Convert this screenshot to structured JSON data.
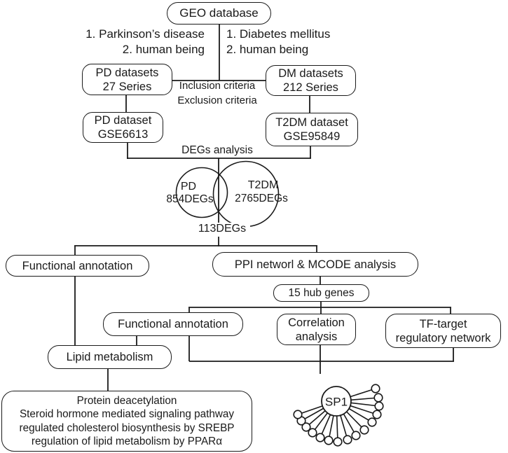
{
  "flowchart": {
    "geo_box": "GEO database",
    "criteria_left": [
      "1. Parkinson’s disease",
      "2. human being"
    ],
    "criteria_right": [
      "1. Diabetes mellitus",
      "2. human being"
    ],
    "pd_datasets": [
      "PD datasets",
      "27 Series"
    ],
    "dm_datasets": [
      "DM datasets",
      "212 Series"
    ],
    "criteria_note": [
      "Inclusion criteria",
      "Exclusion criteria"
    ],
    "pd_dataset": [
      "PD dataset",
      "GSE6613"
    ],
    "t2dm_dataset": [
      "T2DM dataset",
      "GSE95849"
    ],
    "degs_analysis": "DEGs analysis",
    "venn": {
      "left_label": "PD",
      "left_count": "854DEGs",
      "right_label": "T2DM",
      "right_count": "2765DEGs",
      "intersection": "113DEGs"
    },
    "functional_annotation_1": "Functional annotation",
    "ppi_box": "PPI networl & MCODE analysis",
    "hub_genes": "15 hub genes",
    "functional_annotation_2": "Functional annotation",
    "correlation": [
      "Correlation",
      "analysis"
    ],
    "tf_target": [
      "TF-target",
      "regulatory network"
    ],
    "lipid": "Lipid metabolism",
    "pathways": [
      "Protein deacetylation",
      "Steroid hormone mediated signaling pathway",
      "regulated cholesterol biosynthesis by SREBP",
      "regulation of lipid metabolism by PPARα"
    ],
    "network_hub": "SP1"
  },
  "colors": {
    "line": "#1a1a1a",
    "text": "#1a1a1a",
    "background": "#ffffff"
  }
}
